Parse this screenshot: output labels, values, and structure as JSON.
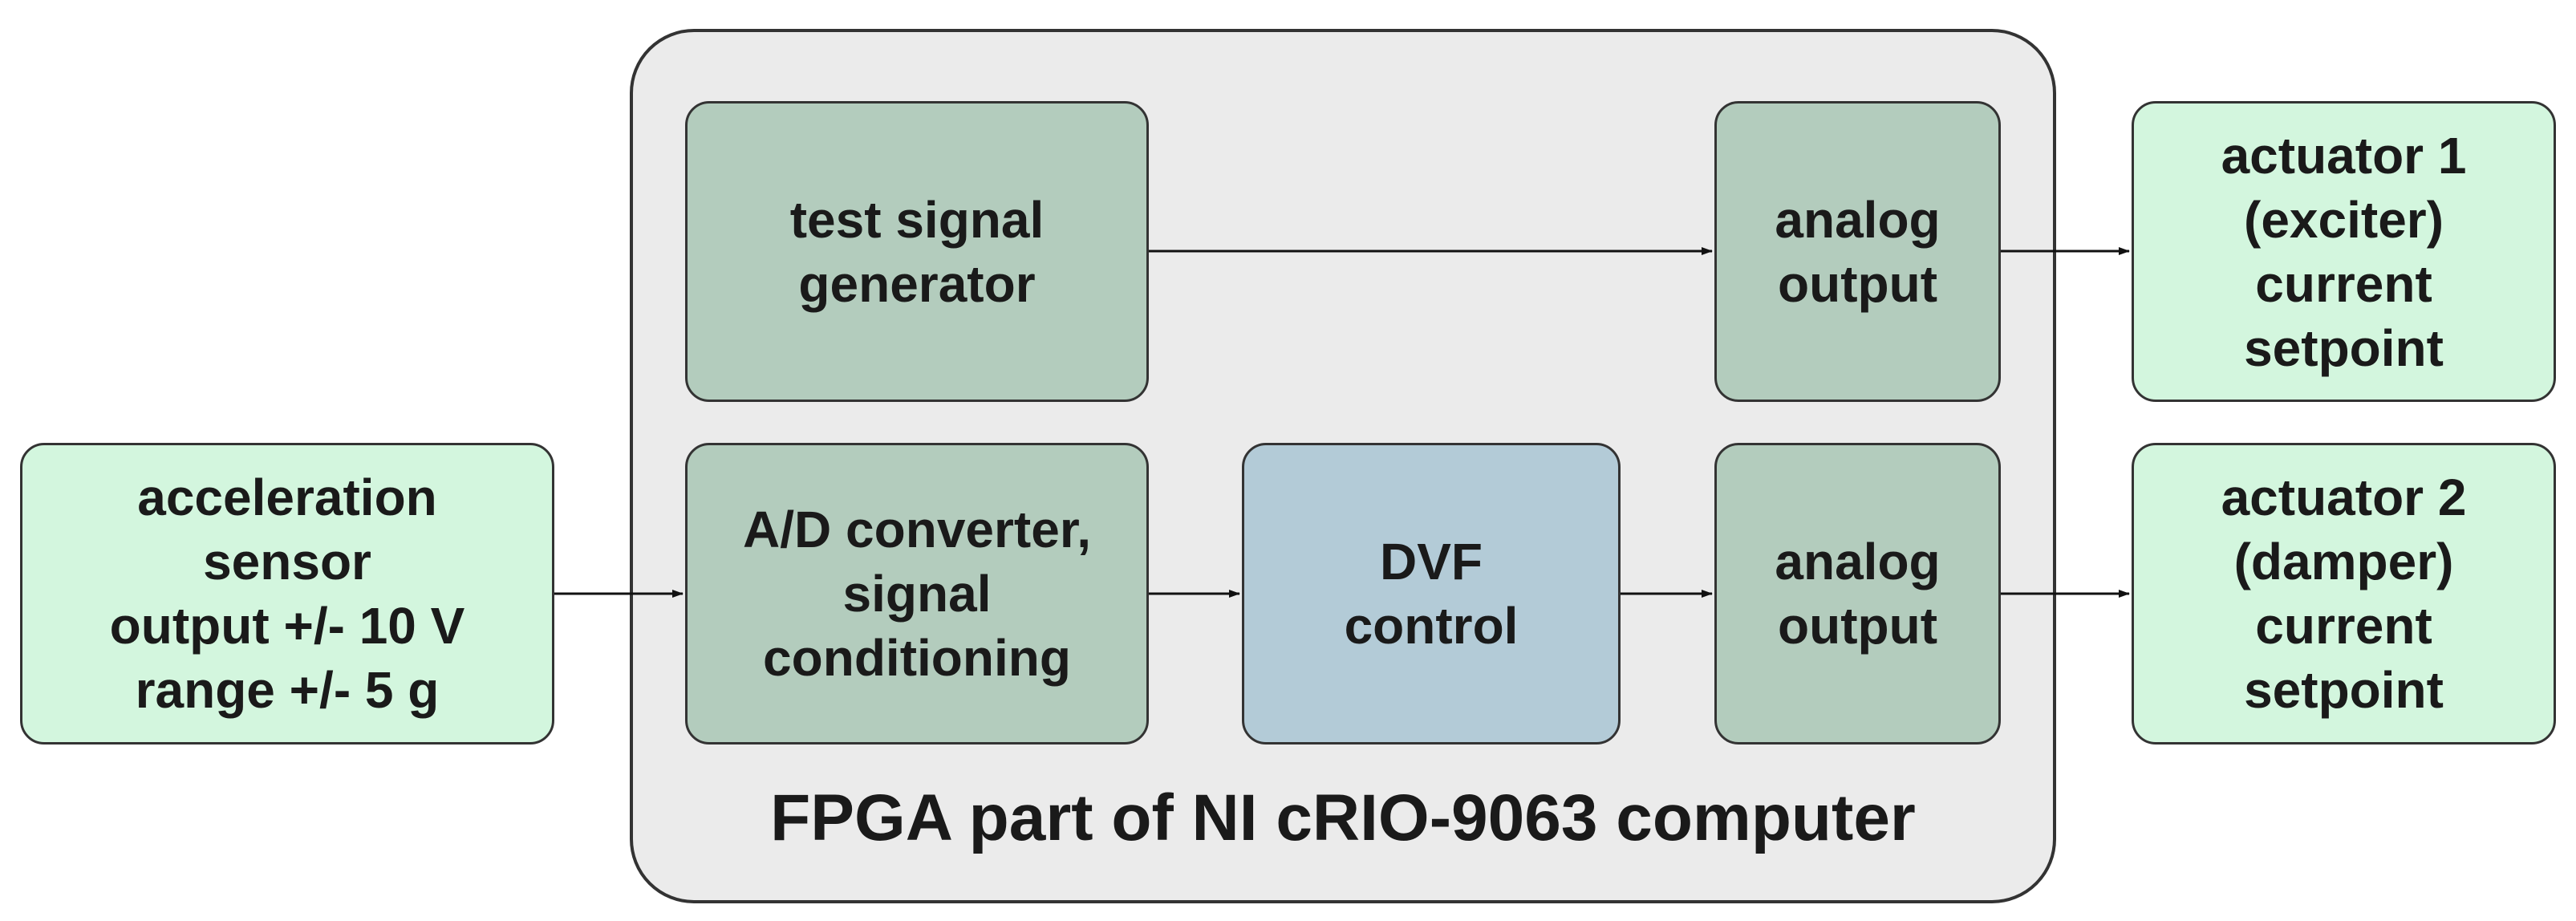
{
  "container": {
    "label": "FPGA part of NI cRIO-9063 computer"
  },
  "blocks": {
    "sensor": "acceleration\nsensor\noutput +/- 10 V\nrange +/- 5 g",
    "test_signal_generator": "test signal\ngenerator",
    "ad_converter": "A/D converter,\nsignal\nconditioning",
    "dvf_control": "DVF\ncontrol",
    "analog_output_1": "analog\noutput",
    "analog_output_2": "analog\noutput",
    "actuator_1": "actuator 1\n(exciter)\ncurrent\nsetpoint",
    "actuator_2": "actuator 2\n(damper)\ncurrent\nsetpoint"
  },
  "colors": {
    "external_block": "#d3f6de",
    "internal_block": "#b3ccbd",
    "control_block": "#b3cbd7",
    "container": "#ebebeb",
    "stroke": "#333333"
  }
}
